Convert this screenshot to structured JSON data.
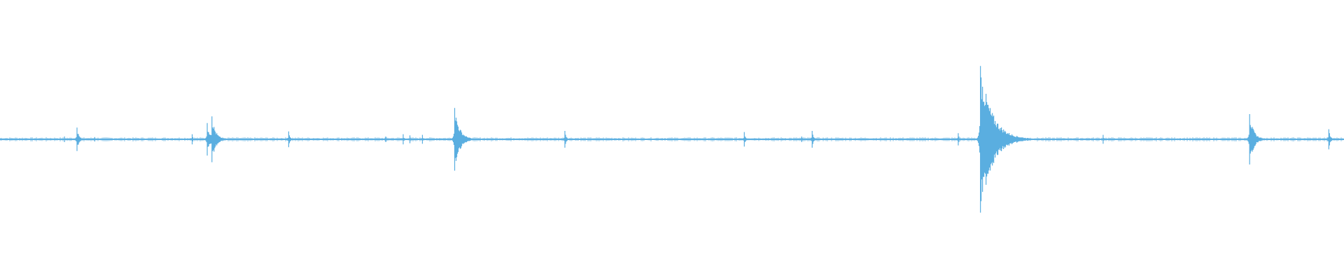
{
  "waveform": {
    "color": "#5aaee0",
    "background": "#ffffff",
    "peaks": [
      {
        "t": 0.048,
        "amp": 0.01
      },
      {
        "t": 0.0573,
        "amp": 0.042
      },
      {
        "t": 0.0705,
        "amp": 0.008
      },
      {
        "t": 0.143,
        "amp": 0.018
      },
      {
        "t": 0.1542,
        "amp": 0.058
      },
      {
        "t": 0.1577,
        "amp": 0.082
      },
      {
        "t": 0.2148,
        "amp": 0.028
      },
      {
        "t": 0.287,
        "amp": 0.01
      },
      {
        "t": 0.3,
        "amp": 0.018
      },
      {
        "t": 0.305,
        "amp": 0.014
      },
      {
        "t": 0.3143,
        "amp": 0.016
      },
      {
        "t": 0.3383,
        "amp": 0.112
      },
      {
        "t": 0.4203,
        "amp": 0.03
      },
      {
        "t": 0.5538,
        "amp": 0.026
      },
      {
        "t": 0.5965,
        "amp": 0.01
      },
      {
        "t": 0.6043,
        "amp": 0.03
      },
      {
        "t": 0.713,
        "amp": 0.022
      },
      {
        "t": 0.7295,
        "amp": 0.262
      },
      {
        "t": 0.8208,
        "amp": 0.016
      },
      {
        "t": 0.9298,
        "amp": 0.09
      },
      {
        "t": 0.9887,
        "amp": 0.036
      }
    ]
  }
}
